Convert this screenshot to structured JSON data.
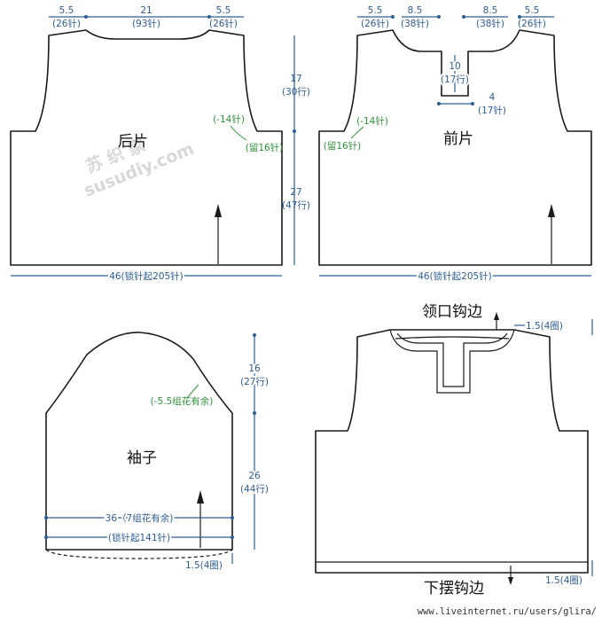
{
  "watermark": {
    "line1": "苏 织 家",
    "line2": "susudiy.com"
  },
  "back": {
    "title": "后片",
    "top_left": {
      "v": "5.5",
      "s": "(26针)"
    },
    "top_mid": {
      "v": "21",
      "s": "(93针)"
    },
    "top_right": {
      "v": "5.5",
      "s": "(26针)"
    },
    "armhole": "(-14针)",
    "reserve": "(留16针)",
    "upper": {
      "v": "17",
      "s": "(30行)"
    },
    "lower": {
      "v": "27",
      "s": "(47行)"
    },
    "width": "46(锁针起205针)"
  },
  "front": {
    "title": "前片",
    "top_left": {
      "v": "5.5",
      "s": "(26针)"
    },
    "top_ml": {
      "v": "8.5",
      "s": "(38针)"
    },
    "top_mr": {
      "v": "8.5",
      "s": "(38针)"
    },
    "top_right": {
      "v": "5.5",
      "s": "(26针)"
    },
    "slit": {
      "v": "10",
      "s": "(17行)"
    },
    "slit_w": {
      "v": "4",
      "s": "(17针)"
    },
    "armhole": "(-14针)",
    "reserve": "(留16针)",
    "width": "46(锁针起205针)"
  },
  "sleeve": {
    "title": "袖子",
    "cap_note": "(-5.5组花有余)",
    "cap": {
      "v": "16",
      "s": "(27行)"
    },
    "body": {
      "v": "26",
      "s": "(44行)"
    },
    "width1": "36（7组花有余)",
    "width2": "(锁针起141针)",
    "hem": "1.5(4圈)"
  },
  "assembly": {
    "neck_label": "领口钩边",
    "neck_dim": "1.5(4圈)",
    "hem_label": "下摆钩边",
    "hem_dim": "1.5(4圈)"
  },
  "source": "www.liveinternet.ru/users/glira/"
}
